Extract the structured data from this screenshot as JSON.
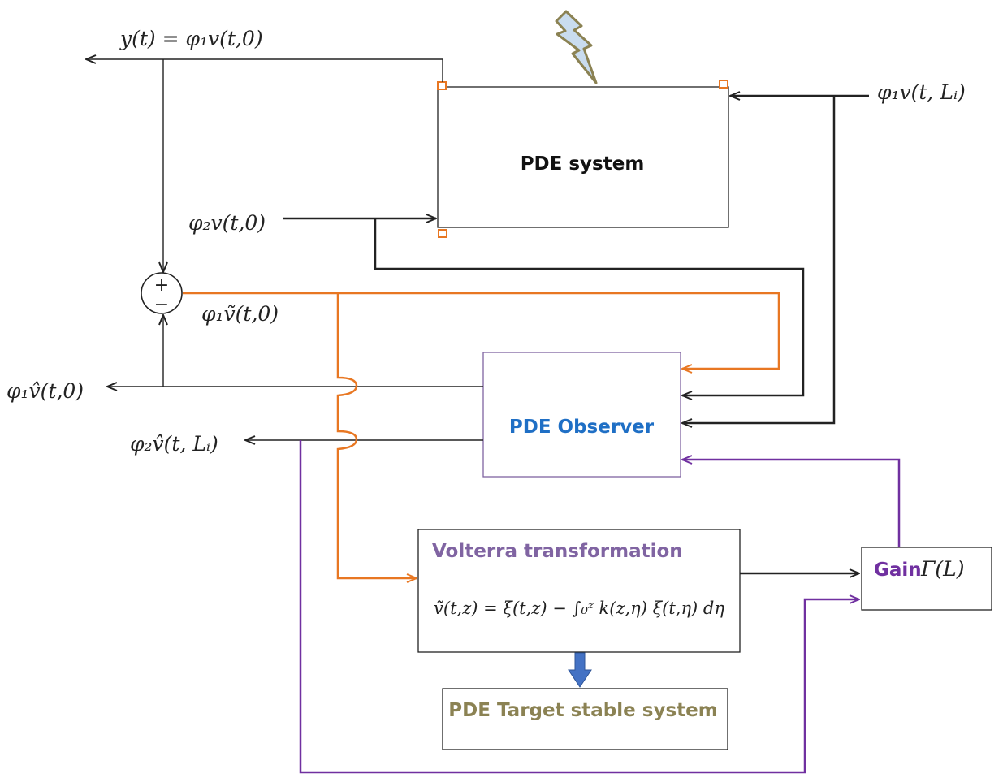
{
  "colors": {
    "black_line": "#222222",
    "orange": "#E87722",
    "purple": "#7030A0",
    "observer_blue": "#1F6FC5",
    "volterra_purple": "#8064A2",
    "target_olive": "#8B8253",
    "lightning_fill": "#C9DCEF",
    "lightning_stroke": "#8B8253",
    "arrow_blue": "#4472C4"
  },
  "icons": {
    "lightning": "lightning-bolt-icon",
    "sum": "summing-junction-icon"
  },
  "blocks": {
    "pde_system": "PDE system",
    "pde_observer": "PDE Observer",
    "volterra_title": "Volterra transformation",
    "volterra_equation": "ṽ(t,z) = ξ(t,z) − ∫₀ᶻ k(z,η) ξ(t,η) dη",
    "target_system": "PDE Target stable system",
    "gain_word": "Gain",
    "gain_symbol": "Γ(L)"
  },
  "signals": {
    "y_output": "y(t) = φ₁v(t,0)",
    "phi1_v_L": "φ₁v(t, Lᵢ)",
    "phi2_v_0": "φ₂v(t,0)",
    "phi1_vtilde": "φ₁ṽ(t,0)",
    "phi1_vhat": "φ₁v̂(t,0)",
    "phi2_vhat_L": "φ₂v̂(t, Lᵢ)"
  },
  "sum_signs": {
    "plus": "+",
    "minus": "−"
  }
}
